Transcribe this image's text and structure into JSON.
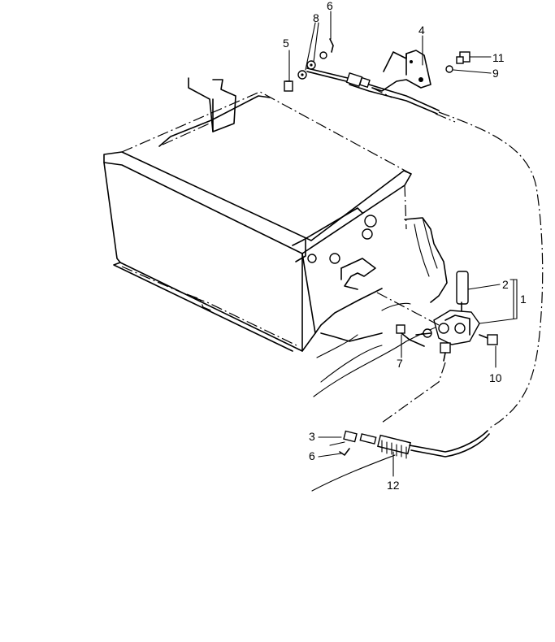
{
  "callouts": [
    {
      "id": "label-1",
      "text": "1"
    },
    {
      "id": "label-2",
      "text": "2"
    },
    {
      "id": "label-3",
      "text": "3"
    },
    {
      "id": "label-4",
      "text": "4"
    },
    {
      "id": "label-5",
      "text": "5"
    },
    {
      "id": "label-6-top",
      "text": "6"
    },
    {
      "id": "label-6-bottom",
      "text": "6"
    },
    {
      "id": "label-7",
      "text": "7"
    },
    {
      "id": "label-8",
      "text": "8"
    },
    {
      "id": "label-9",
      "text": "9"
    },
    {
      "id": "label-10",
      "text": "10"
    },
    {
      "id": "label-11",
      "text": "11"
    },
    {
      "id": "label-12",
      "text": "12"
    }
  ]
}
